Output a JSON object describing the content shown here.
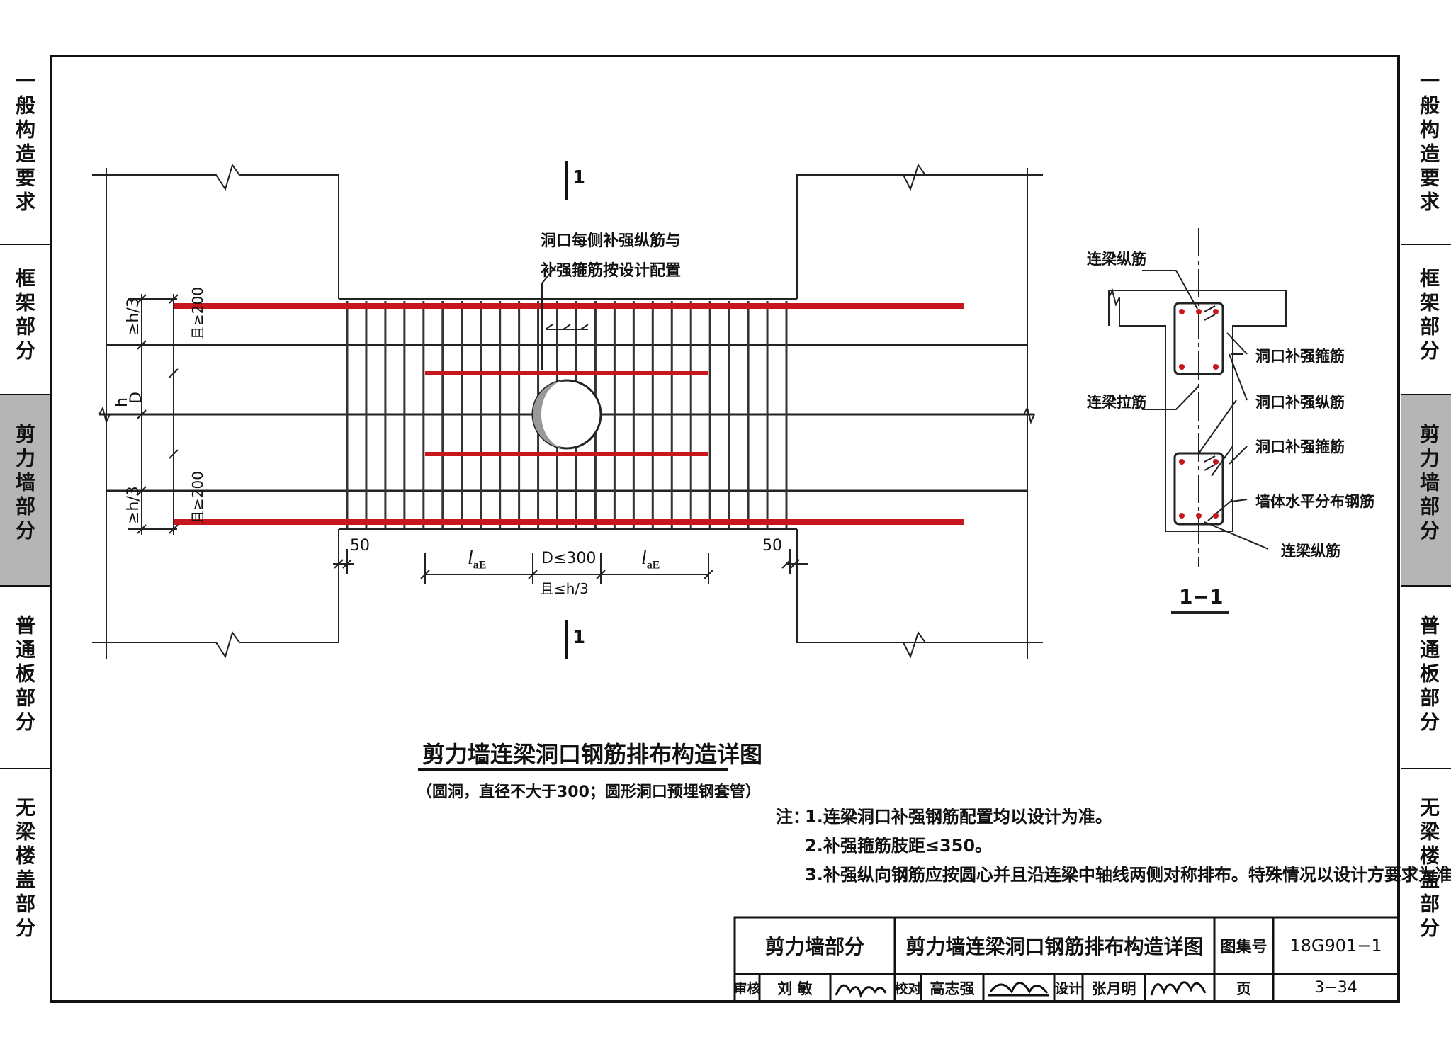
{
  "side_tabs_left": [
    "一般构造要求",
    "框架部分",
    "剪力墙部分",
    "普通板部分",
    "无梁楼盖部分"
  ],
  "side_tabs_right": [
    "一般构造要求",
    "框架部分",
    "剪力墙部分",
    "普通板部分",
    "无梁楼盖部分"
  ],
  "active_tab": "剪力墙部分",
  "main_drawing": {
    "section_mark": "1",
    "callout_line1": "洞口每侧补强纵筋与",
    "callout_line2": "补强箍筋按设计配置",
    "dim_h3_top": "≥h/3",
    "dim_200_top": "且≥200",
    "dim_D": "D",
    "dim_h": "h",
    "dim_h3_bot": "≥h/3",
    "dim_200_bot": "且≥200",
    "dim_50_left": "50",
    "dim_50_right": "50",
    "dim_lae_left": "l",
    "dim_lae_sub": "aE",
    "dim_D300": "D≤300",
    "dim_h3_under": "且≤h/3",
    "dim_lae_right": "l"
  },
  "section_view": {
    "title": "1−1",
    "labels": [
      "连梁纵筋",
      "洞口补强箍筋",
      "连梁拉筋",
      "洞口补强纵筋",
      "洞口补强箍筋",
      "墙体水平分布钢筋",
      "连梁纵筋"
    ]
  },
  "drawing_title": "剪力墙连梁洞口钢筋排布构造详图",
  "drawing_subtitle": "（圆洞，直径不大于300；圆形洞口预埋钢套管）",
  "notes": {
    "prefix": "注：",
    "items": [
      "1.连梁洞口补强钢筋配置均以设计为准。",
      "2.补强箍筋肢距≤350。",
      "3.补强纵向钢筋应按圆心并且沿连梁中轴线两侧对称排布。特殊情况以设计方要求为准。"
    ]
  },
  "title_block": {
    "part": "剪力墙部分",
    "title": "剪力墙连梁洞口钢筋排布构造详图",
    "atlas_label": "图集号",
    "atlas_no": "18G901−1",
    "review_label": "审核",
    "reviewer": "刘 敏",
    "check_label": "校对",
    "checker": "高志强",
    "design_label": "设计",
    "designer": "张月明",
    "page_label": "页",
    "page_no": "3−34"
  },
  "colors": {
    "rebar_red": "#c8161d",
    "line": "#1a1a1a",
    "active_tab_bg": "#b5b5b5"
  }
}
